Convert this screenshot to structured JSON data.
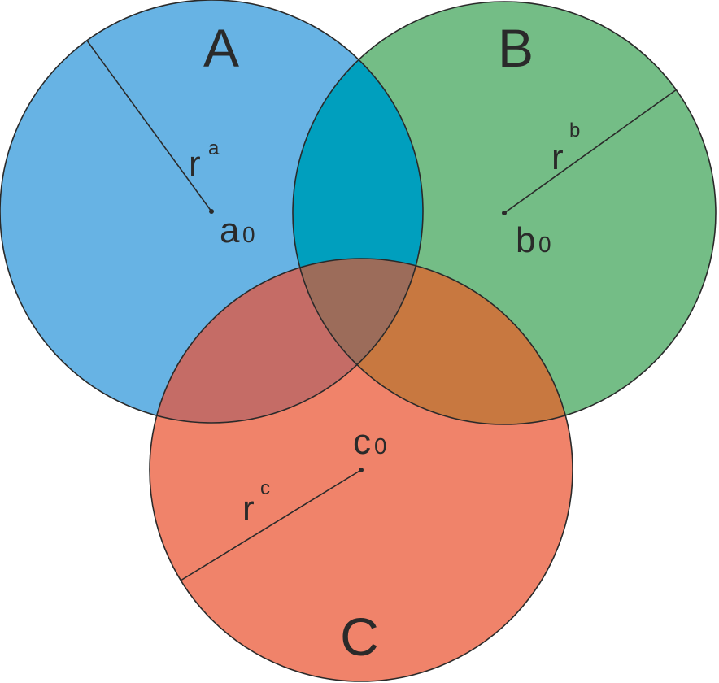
{
  "colors": {
    "circle_a": "#67b3e4",
    "circle_b": "#74bd86",
    "circle_c": "#f0836a",
    "overlap_ab": "#009fbe",
    "overlap_ac": "#c56c66",
    "overlap_bc": "#c87840",
    "overlap_abc": "#9c6c5a",
    "outline": "#2a2a2a"
  },
  "circles": [
    {
      "name": "A",
      "center_label": "a",
      "center_subscript": "0",
      "radius_label": "r",
      "radius_superscript": "a"
    },
    {
      "name": "B",
      "center_label": "b",
      "center_subscript": "0",
      "radius_label": "r",
      "radius_superscript": "b"
    },
    {
      "name": "C",
      "center_label": "c",
      "center_subscript": "0",
      "radius_label": "r",
      "radius_superscript": "c"
    }
  ]
}
